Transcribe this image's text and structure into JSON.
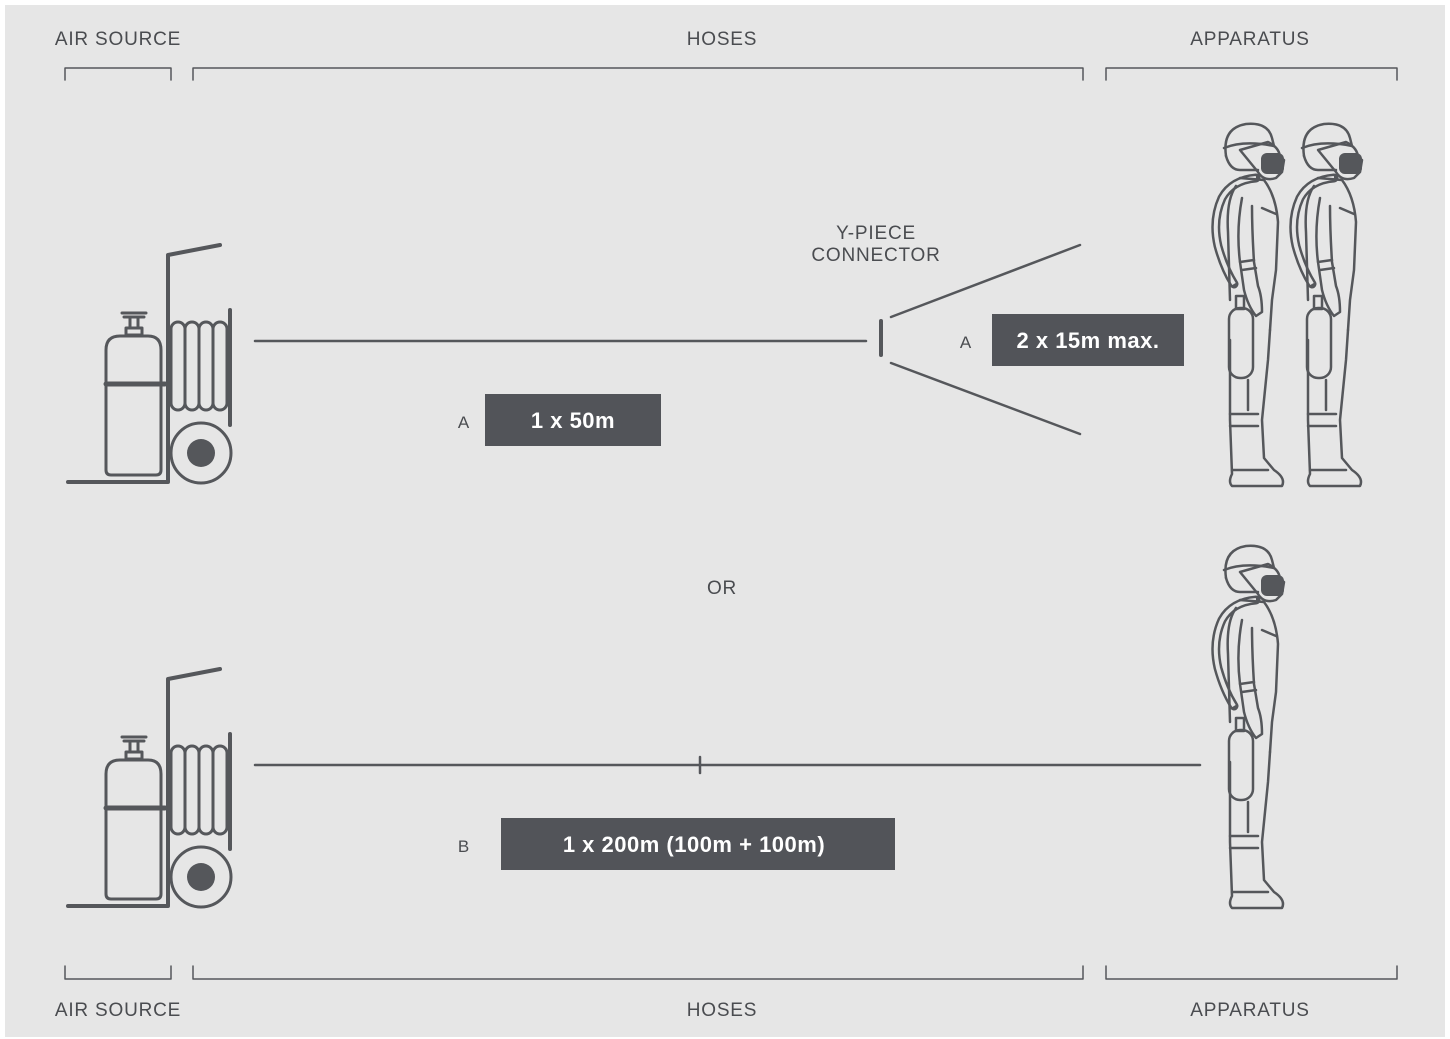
{
  "headers": {
    "air_source": "AIR SOURCE",
    "hoses": "HOSES",
    "apparatus": "APPARATUS"
  },
  "connector": {
    "line1": "Y-PIECE",
    "line2": "CONNECTOR"
  },
  "option_a": {
    "main_label": "A",
    "main_length": "1 x 50m",
    "branch_label": "A",
    "branch_length": "2 x 15m max."
  },
  "separator": "OR",
  "option_b": {
    "label": "B",
    "length": "1 x 200m (100m + 100m)"
  },
  "colors": {
    "background": "#e6e6e6",
    "line": "#55575b",
    "badge": "#525459",
    "badge_text": "#ffffff"
  }
}
